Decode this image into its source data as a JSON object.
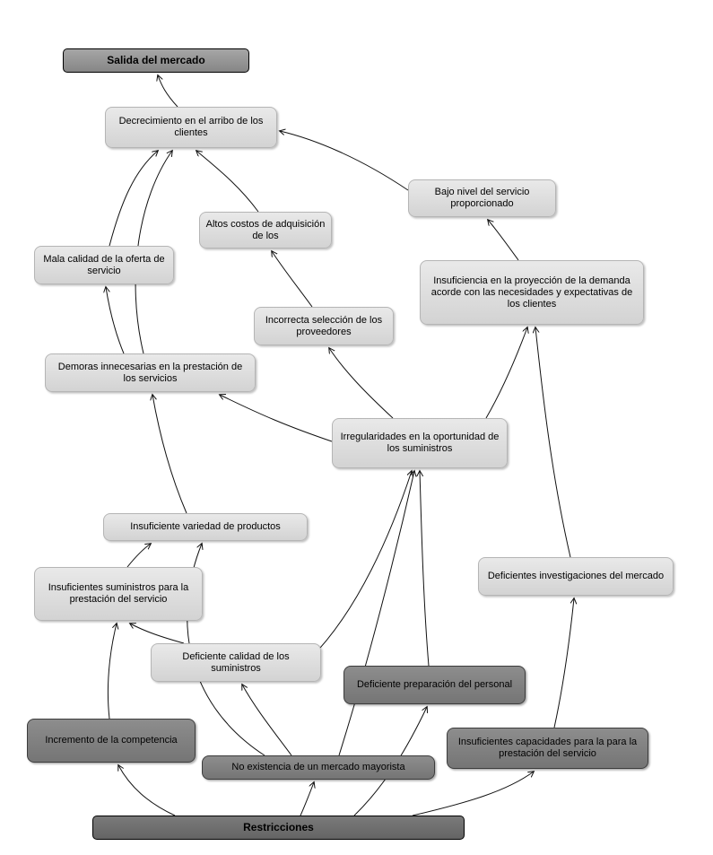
{
  "diagram": {
    "type": "cause-effect-tree",
    "language": "es",
    "nodes": [
      {
        "id": "salida",
        "label": "Salida del mercado",
        "style": "terminal"
      },
      {
        "id": "decrec",
        "label": "Decrecimiento en el arribo de los clientes",
        "style": "light"
      },
      {
        "id": "bajonivel",
        "label": "Bajo nivel del servicio proporcionado",
        "style": "light"
      },
      {
        "id": "altos",
        "label": "Altos costos de adquisición de los",
        "style": "light"
      },
      {
        "id": "mala",
        "label": "Mala calidad de la oferta de servicio",
        "style": "light"
      },
      {
        "id": "insufproy",
        "label": "Insuficiencia en la proyección de la demanda acorde con las necesidades y expectativas de los clientes",
        "style": "light"
      },
      {
        "id": "incorrecta",
        "label": "Incorrecta selección de los proveedores",
        "style": "light"
      },
      {
        "id": "demoras",
        "label": "Demoras innecesarias en la prestación de los servicios",
        "style": "light"
      },
      {
        "id": "irreg",
        "label": "Irregularidades en la oportunidad de los suministros",
        "style": "light"
      },
      {
        "id": "variedad",
        "label": "Insuficiente variedad de productos",
        "style": "light"
      },
      {
        "id": "investig",
        "label": "Deficientes investigaciones del mercado",
        "style": "light"
      },
      {
        "id": "sumin",
        "label": "Insuficientes suministros para la prestación del servicio",
        "style": "light"
      },
      {
        "id": "defcal",
        "label": "Deficiente calidad de los suministros",
        "style": "light"
      },
      {
        "id": "prep",
        "label": "Deficiente preparación del personal",
        "style": "dark"
      },
      {
        "id": "increm",
        "label": "Incremento de la competencia",
        "style": "dark"
      },
      {
        "id": "mayor",
        "label": "No existencia de un mercado mayorista",
        "style": "dark"
      },
      {
        "id": "capac",
        "label": "Insuficientes capacidades para la para la prestación del servicio",
        "style": "dark"
      },
      {
        "id": "restr",
        "label": "Restricciones",
        "style": "restr"
      }
    ],
    "edges": [
      {
        "from": "decrec",
        "to": "salida"
      },
      {
        "from": "mala",
        "to": "decrec"
      },
      {
        "from": "altos",
        "to": "decrec"
      },
      {
        "from": "bajonivel",
        "to": "decrec"
      },
      {
        "from": "demoras",
        "to": "decrec"
      },
      {
        "from": "demoras",
        "to": "mala"
      },
      {
        "from": "insufproy",
        "to": "bajonivel"
      },
      {
        "from": "incorrecta",
        "to": "altos"
      },
      {
        "from": "irreg",
        "to": "incorrecta"
      },
      {
        "from": "irreg",
        "to": "demoras"
      },
      {
        "from": "irreg",
        "to": "insufproy"
      },
      {
        "from": "investig",
        "to": "insufproy"
      },
      {
        "from": "variedad",
        "to": "demoras"
      },
      {
        "from": "sumin",
        "to": "variedad"
      },
      {
        "from": "defcal",
        "to": "sumin"
      },
      {
        "from": "defcal",
        "to": "irreg"
      },
      {
        "from": "mayor",
        "to": "irreg"
      },
      {
        "from": "mayor",
        "to": "defcal"
      },
      {
        "from": "mayor",
        "to": "variedad"
      },
      {
        "from": "prep",
        "to": "irreg"
      },
      {
        "from": "capac",
        "to": "investig"
      },
      {
        "from": "increm",
        "to": "sumin"
      },
      {
        "from": "restr",
        "to": "increm"
      },
      {
        "from": "restr",
        "to": "mayor"
      },
      {
        "from": "restr",
        "to": "prep"
      },
      {
        "from": "restr",
        "to": "capac"
      }
    ]
  }
}
